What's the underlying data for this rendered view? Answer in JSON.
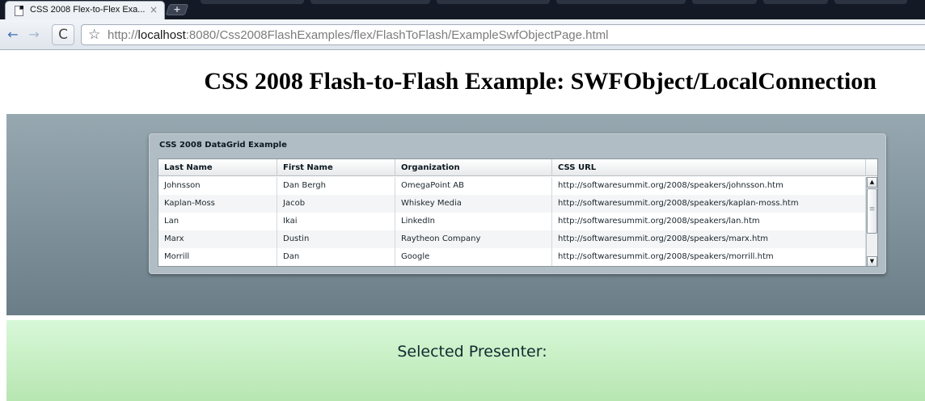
{
  "browser": {
    "tab_title": "CSS 2008 Flex-to-Flex Exa...",
    "tab_close": "×",
    "new_tab": "+",
    "back": "←",
    "forward": "→",
    "reload": "C",
    "star": "☆",
    "url_prefix": "http://",
    "url_host": "localhost",
    "url_rest": ":8080/Css2008FlashExamples/flex/FlashToFlash/ExampleSwfObjectPage.html"
  },
  "page": {
    "title": "CSS 2008 Flash-to-Flash Example: SWFObject/LocalConnection"
  },
  "panel": {
    "title": "CSS 2008 DataGrid Example",
    "columns": [
      "Last Name",
      "First Name",
      "Organization",
      "CSS URL"
    ],
    "rows": [
      [
        "Johnsson",
        "Dan Bergh",
        "OmegaPoint AB",
        "http://softwaresummit.org/2008/speakers/johnsson.htm"
      ],
      [
        "Kaplan-Moss",
        "Jacob",
        "Whiskey Media",
        "http://softwaresummit.org/2008/speakers/kaplan-moss.htm"
      ],
      [
        "Lan",
        "Ikai",
        "LinkedIn",
        "http://softwaresummit.org/2008/speakers/lan.htm"
      ],
      [
        "Marx",
        "Dustin",
        "Raytheon Company",
        "http://softwaresummit.org/2008/speakers/marx.htm"
      ],
      [
        "Morrill",
        "Dan",
        "Google",
        "http://softwaresummit.org/2008/speakers/morrill.htm"
      ]
    ],
    "scroll_up": "▲",
    "scroll_down": "▼"
  },
  "selection": {
    "label": "Selected Presenter:"
  },
  "icons": {
    "favicon": "page-icon",
    "star": "star-icon",
    "back": "back-arrow-icon",
    "forward": "forward-arrow-icon",
    "reload": "reload-icon"
  }
}
